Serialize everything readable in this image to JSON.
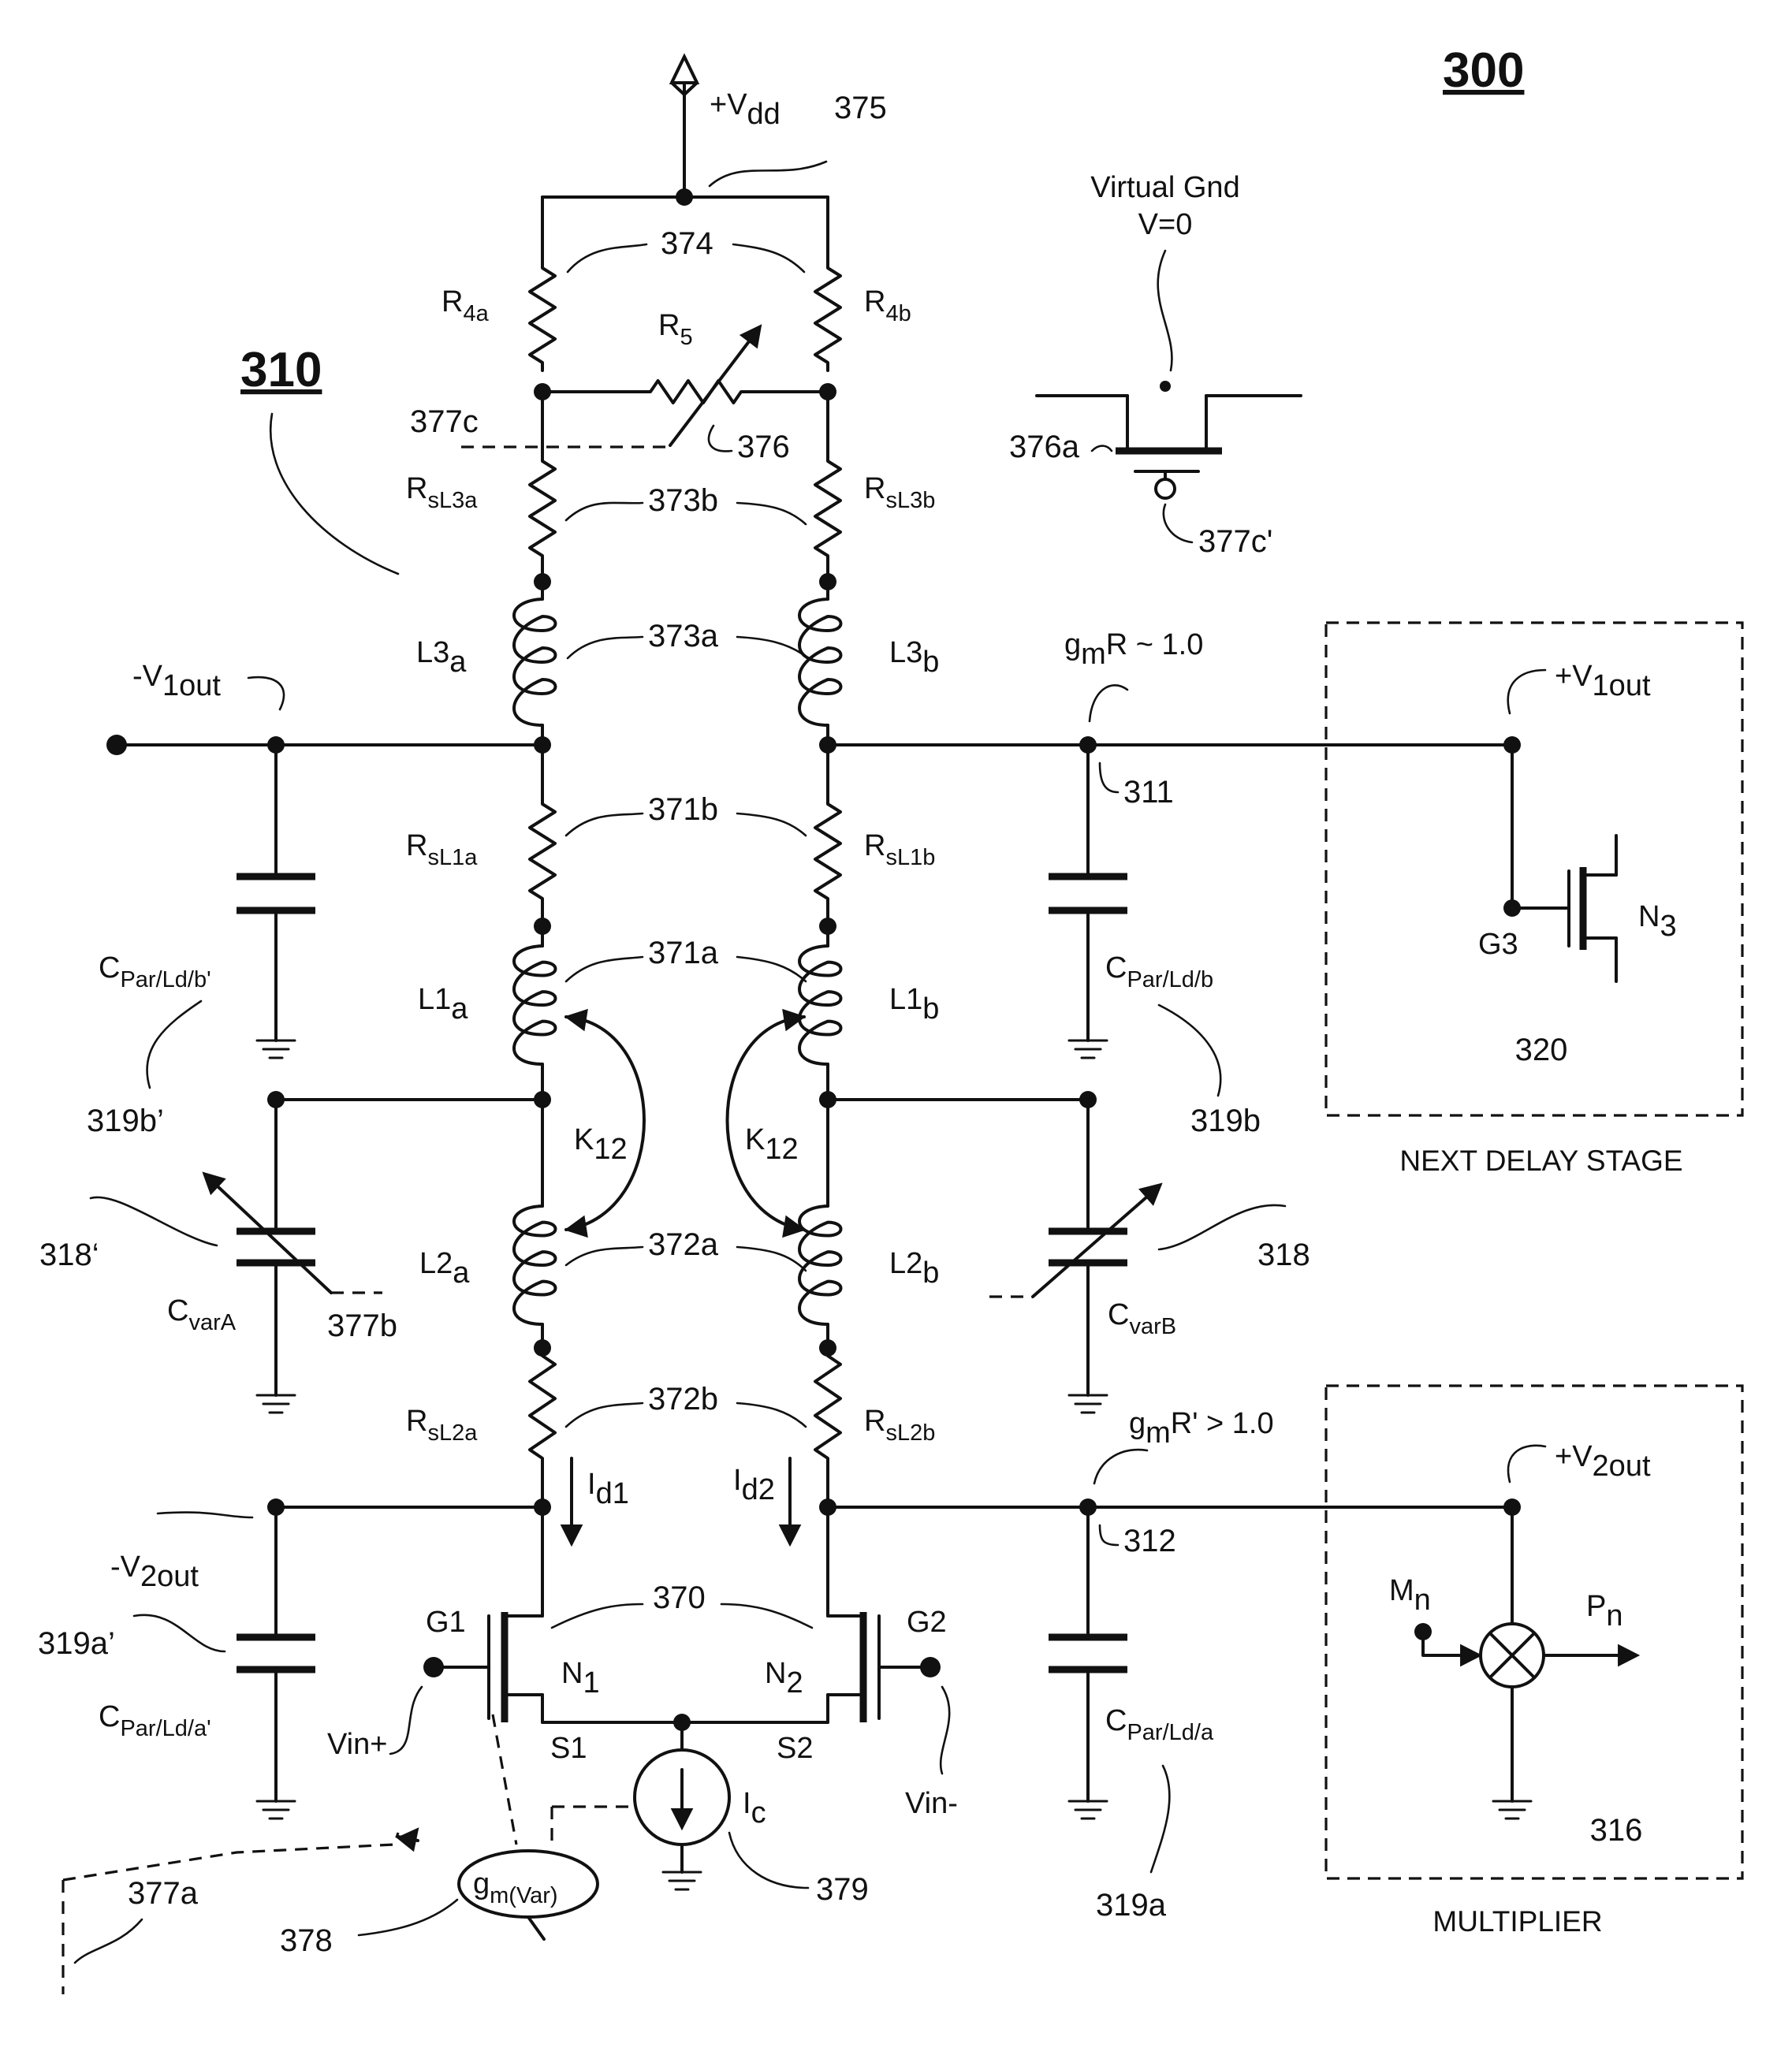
{
  "figure": {
    "number": "300",
    "block_number": "310"
  },
  "supply": {
    "label": "+V",
    "label_sub": "dd",
    "ref": "375"
  },
  "virtual_ground": {
    "line1": "Virtual Gnd",
    "line2": "V=0",
    "ref_gate": "376a",
    "ref_control": "377c'"
  },
  "resistors": {
    "r4a": {
      "label": "R",
      "sub": "4a"
    },
    "r4b": {
      "label": "R",
      "sub": "4b"
    },
    "r5": {
      "label": "R",
      "sub": "5"
    },
    "rsl3a": {
      "label": "R",
      "sub": "sL3a"
    },
    "rsl3b": {
      "label": "R",
      "sub": "sL3b"
    },
    "rsl1a": {
      "label": "R",
      "sub": "sL1a"
    },
    "rsl1b": {
      "label": "R",
      "sub": "sL1b"
    },
    "rsl2a": {
      "label": "R",
      "sub": "sL2a"
    },
    "rsl2b": {
      "label": "R",
      "sub": "sL2b"
    }
  },
  "inductors": {
    "l3a": {
      "label": "L3",
      "sub": "a"
    },
    "l3b": {
      "label": "L3",
      "sub": "b"
    },
    "l1a": {
      "label": "L1",
      "sub": "a"
    },
    "l1b": {
      "label": "L1",
      "sub": "b"
    },
    "l2a": {
      "label": "L2",
      "sub": "a"
    },
    "l2b": {
      "label": "L2",
      "sub": "b"
    },
    "k12_left": {
      "label": "K",
      "sub": "12"
    },
    "k12_right": {
      "label": "K",
      "sub": "12"
    }
  },
  "capacitors": {
    "cpar_b_prime": {
      "label": "C",
      "sub": "Par/Ld/b'"
    },
    "cpar_b": {
      "label": "C",
      "sub": "Par/Ld/b"
    },
    "cpar_a_prime": {
      "label": "C",
      "sub": "Par/Ld/a'"
    },
    "cpar_a": {
      "label": "C",
      "sub": "Par/Ld/a"
    },
    "cvar_a": {
      "label": "C",
      "sub": "varA"
    },
    "cvar_b": {
      "label": "C",
      "sub": "varB"
    }
  },
  "nodes": {
    "v1out_neg": {
      "label": "-V",
      "sub": "1out"
    },
    "v1out_pos": {
      "label": "+V",
      "sub": "1out"
    },
    "v2out_neg": {
      "label": "-V",
      "sub": "2out"
    },
    "v2out_pos": {
      "label": "+V",
      "sub": "2out"
    },
    "gmr1": {
      "label": "g",
      "sub": "m",
      "rest": "R ~ 1.0"
    },
    "gmr2": {
      "label": "g",
      "sub": "m",
      "rest": "R' > 1.0"
    }
  },
  "currents": {
    "id1": {
      "label": "I",
      "sub": "d1"
    },
    "id2": {
      "label": "I",
      "sub": "d2"
    },
    "ic": {
      "label": "I",
      "sub": "c"
    }
  },
  "transistors": {
    "n1": {
      "label": "N",
      "sub": "1",
      "gate": "G1",
      "source": "S1",
      "input": "Vin+"
    },
    "n2": {
      "label": "N",
      "sub": "2",
      "gate": "G2",
      "source": "S2",
      "input": "Vin-"
    },
    "n3": {
      "label": "N",
      "sub": "3",
      "gate": "G3"
    }
  },
  "gm_var": {
    "label": "g",
    "sub": "m(Var)"
  },
  "refs": {
    "r374": "374",
    "r376": "376",
    "r377c": "377c",
    "r373b": "373b",
    "r373a": "373a",
    "r371b": "371b",
    "r371a": "371a",
    "r372a": "372a",
    "r372b": "372b",
    "r370": "370",
    "r311": "311",
    "r312": "312",
    "r319b_prime": "319b’",
    "r319b": "319b",
    "r318_prime": "318‘",
    "r318": "318",
    "r377b": "377b",
    "r319a_prime": "319a’",
    "r319a": "319a",
    "r377a": "377a",
    "r378": "378",
    "r379": "379"
  },
  "blocks": {
    "next_stage": {
      "ref": "320",
      "caption": "NEXT DELAY STAGE"
    },
    "multiplier": {
      "ref": "316",
      "caption": "MULTIPLIER",
      "input": {
        "label": "M",
        "sub": "n"
      },
      "output": {
        "label": "P",
        "sub": "n"
      }
    }
  }
}
